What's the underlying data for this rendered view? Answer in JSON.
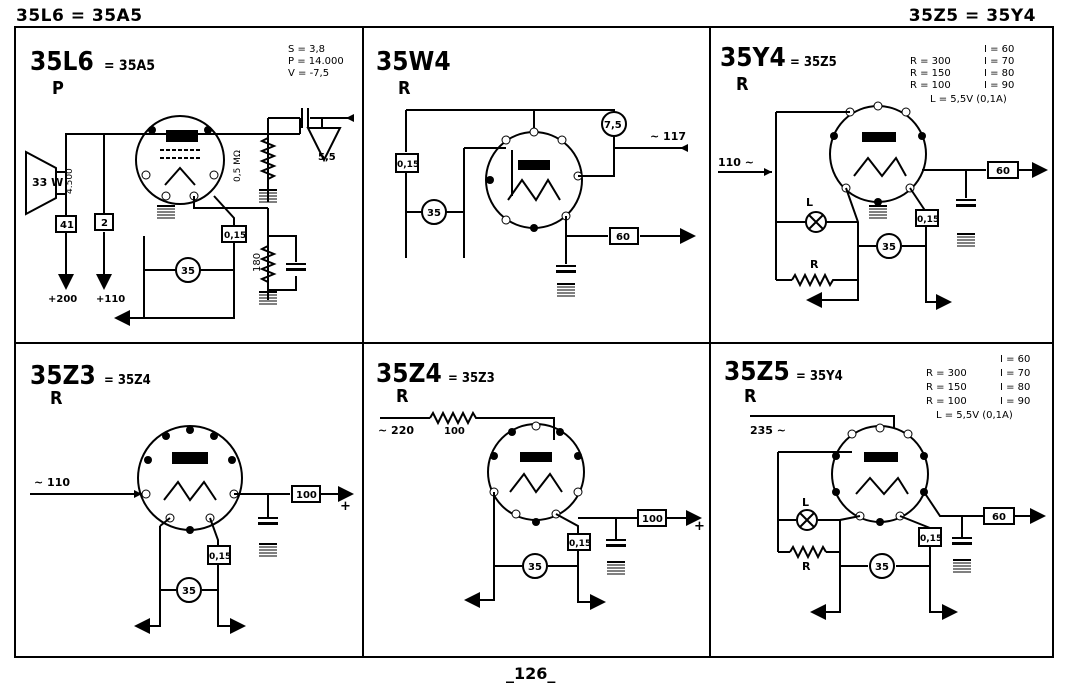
{
  "header": {
    "left": "35L6 = 35A5",
    "right": "35Z5 = 35Y4"
  },
  "footer": {
    "page": "_126_"
  },
  "panels": [
    {
      "id": "35l6",
      "title": "35L6",
      "equiv": "= 35A5",
      "type": "P",
      "specs": [
        "S = 3,8",
        "P = 14.000",
        "V = -7,5"
      ],
      "labels": {
        "speaker": "33 W",
        "speaker_z": "4.500",
        "b1": "41",
        "b2": "2",
        "b3": "0,15",
        "grid_r": "0,5 MΩ",
        "cath_r": "180",
        "cap": "5,5",
        "heat": "35",
        "v1": "+200",
        "v2": "+110"
      }
    },
    {
      "id": "35w4",
      "title": "35W4",
      "equiv": "",
      "type": "R",
      "labels": {
        "b1": "0,15",
        "heat": "35",
        "tap": "7,5",
        "input": "~ 117",
        "out": "60"
      }
    },
    {
      "id": "35y4",
      "title": "35Y4",
      "equiv": "= 35Z5",
      "type": "R",
      "table": [
        [
          "R = 300",
          "I = 60"
        ],
        [
          "R = 150",
          "I = 70"
        ],
        [
          "R = 100",
          "I = 80"
        ],
        [
          "",
          "I = 90"
        ]
      ],
      "note": "L = 5,5V (0,1A)",
      "labels": {
        "input": "110 ~",
        "out": "60",
        "lamp": "L",
        "res": "R",
        "b1": "0,15",
        "heat": "35"
      }
    },
    {
      "id": "35z3",
      "title": "35Z3",
      "equiv": "= 35Z4",
      "type": "R",
      "labels": {
        "input": "~ 110",
        "out": "100",
        "plus": "+",
        "b1": "0,15",
        "heat": "35"
      }
    },
    {
      "id": "35z4",
      "title": "35Z4",
      "equiv": "= 35Z3",
      "type": "R",
      "labels": {
        "input": "~ 220",
        "res": "100",
        "out": "100",
        "plus": "+",
        "b1": "0,15",
        "heat": "35"
      }
    },
    {
      "id": "35z5",
      "title": "35Z5",
      "equiv": "= 35Y4",
      "type": "R",
      "table": [
        [
          "R = 300",
          "I = 60"
        ],
        [
          "R = 150",
          "I = 70"
        ],
        [
          "R = 100",
          "I = 80"
        ],
        [
          "",
          "I = 90"
        ]
      ],
      "note": "L = 5,5V (0,1A)",
      "labels": {
        "input": "235 ~",
        "out": "60",
        "lamp": "L",
        "res": "R",
        "b1": "0,15",
        "heat": "35"
      }
    }
  ]
}
